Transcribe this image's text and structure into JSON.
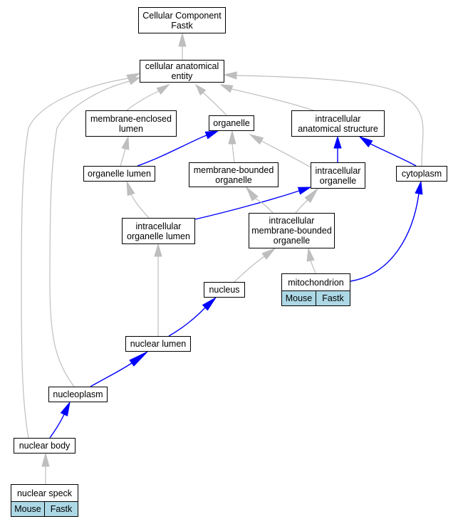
{
  "colors": {
    "is_a_edge": "#bebebe",
    "part_of_edge": "#0000ff",
    "annotation_cell": "#add8e6"
  },
  "nodes": [
    {
      "id": "cc",
      "label": "Cellular Component\nFastk"
    },
    {
      "id": "cae",
      "label": "cellular anatomical\nentity"
    },
    {
      "id": "mel",
      "label": "membrane-enclosed\nlumen"
    },
    {
      "id": "org",
      "label": "organelle"
    },
    {
      "id": "ias",
      "label": "intracellular\nanatomical structure"
    },
    {
      "id": "orglum",
      "label": "organelle lumen"
    },
    {
      "id": "mbo",
      "label": "membrane-bounded\norganelle"
    },
    {
      "id": "io",
      "label": "intracellular\norganelle"
    },
    {
      "id": "cyto",
      "label": "cytoplasm"
    },
    {
      "id": "iol",
      "label": "intracellular\norganelle lumen"
    },
    {
      "id": "imbo",
      "label": "intracellular\nmembrane-bounded\norganelle"
    },
    {
      "id": "mito",
      "label": "mitochondrion",
      "tags": [
        "Mouse",
        "Fastk"
      ]
    },
    {
      "id": "nuc",
      "label": "nucleus"
    },
    {
      "id": "nl",
      "label": "nuclear lumen"
    },
    {
      "id": "np",
      "label": "nucleoplasm"
    },
    {
      "id": "nb",
      "label": "nuclear body"
    },
    {
      "id": "ns",
      "label": "nuclear speck",
      "tags": [
        "Mouse",
        "Fastk"
      ]
    }
  ],
  "edges": [
    {
      "from": "cae",
      "to": "cc",
      "type": "is_a"
    },
    {
      "from": "mel",
      "to": "cae",
      "type": "is_a"
    },
    {
      "from": "org",
      "to": "cae",
      "type": "is_a"
    },
    {
      "from": "ias",
      "to": "cae",
      "type": "is_a"
    },
    {
      "from": "cyto",
      "to": "cae",
      "type": "is_a"
    },
    {
      "from": "nb",
      "to": "cae",
      "type": "is_a"
    },
    {
      "from": "np",
      "to": "cae",
      "type": "is_a"
    },
    {
      "from": "orglum",
      "to": "mel",
      "type": "is_a"
    },
    {
      "from": "orglum",
      "to": "org",
      "type": "part_of"
    },
    {
      "from": "mbo",
      "to": "org",
      "type": "is_a"
    },
    {
      "from": "io",
      "to": "org",
      "type": "is_a"
    },
    {
      "from": "io",
      "to": "ias",
      "type": "part_of"
    },
    {
      "from": "cyto",
      "to": "ias",
      "type": "part_of"
    },
    {
      "from": "iol",
      "to": "orglum",
      "type": "is_a"
    },
    {
      "from": "iol",
      "to": "io",
      "type": "part_of"
    },
    {
      "from": "imbo",
      "to": "mbo",
      "type": "is_a"
    },
    {
      "from": "imbo",
      "to": "io",
      "type": "is_a"
    },
    {
      "from": "mito",
      "to": "imbo",
      "type": "is_a"
    },
    {
      "from": "mito",
      "to": "cyto",
      "type": "part_of"
    },
    {
      "from": "nuc",
      "to": "imbo",
      "type": "is_a"
    },
    {
      "from": "nl",
      "to": "iol",
      "type": "is_a"
    },
    {
      "from": "nl",
      "to": "nuc",
      "type": "part_of"
    },
    {
      "from": "np",
      "to": "nl",
      "type": "part_of"
    },
    {
      "from": "nb",
      "to": "np",
      "type": "part_of"
    },
    {
      "from": "ns",
      "to": "nb",
      "type": "is_a"
    }
  ]
}
